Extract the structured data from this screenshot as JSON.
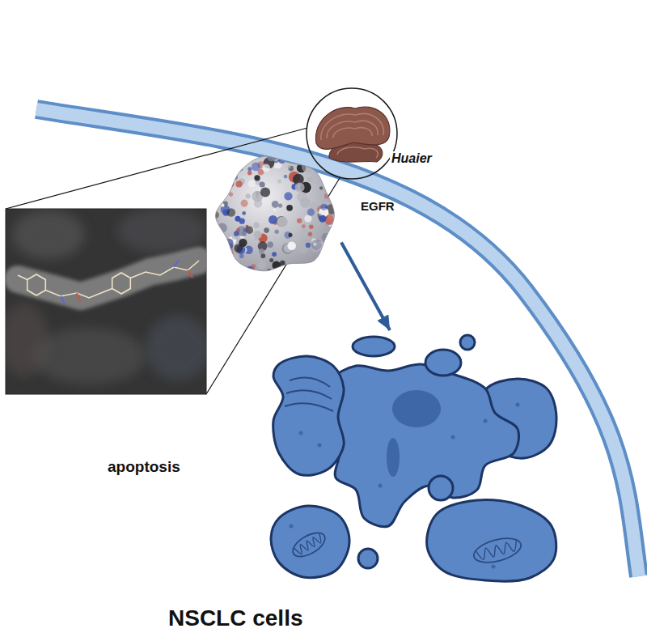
{
  "diagram": {
    "nodes": [
      {
        "text": [
          "Huaier"
        ]
      },
      {
        "text": [
          "EGFR"
        ]
      },
      {
        "text": [
          "NSCLC cells"
        ]
      }
    ],
    "edges": [
      {
        "from": 1,
        "to": 2,
        "arrow": "to"
      }
    ],
    "labels": [
      "apoptosis"
    ]
  }
}
